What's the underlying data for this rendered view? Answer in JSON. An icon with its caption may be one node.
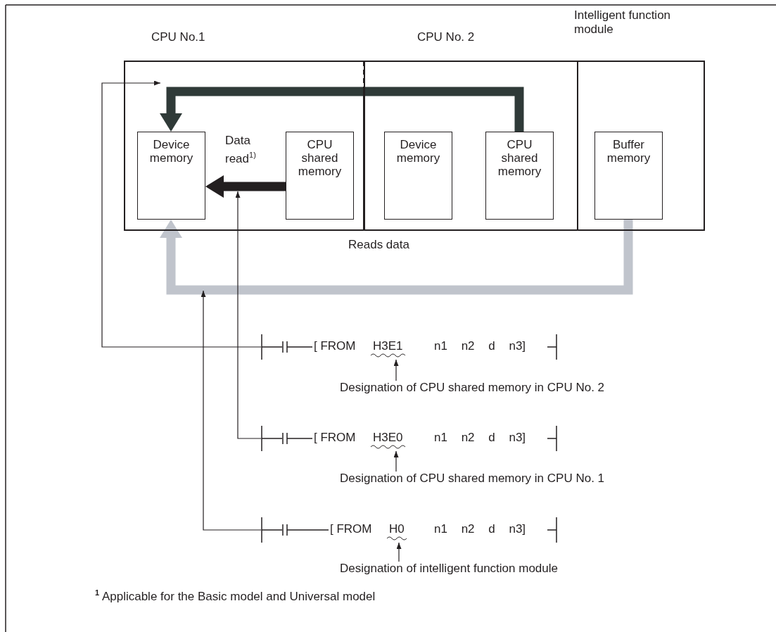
{
  "diagram": {
    "nodes": [
      {
        "text": [
          "CPU No.1"
        ]
      },
      {
        "text": [
          "Device memory"
        ],
        "in": 0
      },
      {
        "text": [
          "CPU shared memory"
        ],
        "in": 0
      },
      {
        "text": [
          "CPU No. 2"
        ]
      },
      {
        "text": [
          "Device memory"
        ],
        "in": 3
      },
      {
        "text": [
          "CPU shared memory"
        ],
        "in": 3
      },
      {
        "text": [
          "Intelligent function module"
        ]
      },
      {
        "text": [
          "Buffer memory"
        ],
        "in": 6
      },
      {
        "text": [
          "[ FROM",
          "H3E1",
          "n1 n2 d n3]"
        ]
      },
      {
        "text": [
          "Designation of CPU shared memory in CPU No. 2"
        ]
      },
      {
        "text": [
          "[ FROM",
          "H3E0",
          "n1 n2 d n3]"
        ]
      },
      {
        "text": [
          "Designation of CPU shared memory in CPU No. 1"
        ]
      },
      {
        "text": [
          "[ FROM",
          "H0",
          "n1 n2 d n3]"
        ]
      },
      {
        "text": [
          "Designation of intelligent function module"
        ]
      }
    ],
    "edges": [
      {
        "from": 5,
        "to": 1,
        "arrow": "to",
        "style": "thick",
        "color": "#2f3a38"
      },
      {
        "from": 2,
        "to": 1,
        "arrow": "to",
        "label": "Data read$^{1)}$",
        "style": "thick",
        "color": "#231f20"
      },
      {
        "from": 7,
        "to": 1,
        "arrow": "to",
        "label": "Reads data",
        "style": "thick",
        "color": "#c0c4cc"
      },
      {
        "from": 8,
        "to": null,
        "arrow": "to"
      },
      {
        "from": 10,
        "to": null,
        "arrow": "to"
      },
      {
        "from": 12,
        "to": null,
        "arrow": "to"
      },
      {
        "from": 9,
        "to": 8,
        "arrow": "to"
      },
      {
        "from": 11,
        "to": 10,
        "arrow": "to"
      },
      {
        "from": 13,
        "to": 12,
        "arrow": "to"
      }
    ],
    "labels": [
      "$^{1}$ Applicable for the Basic model and Universal model"
    ]
  }
}
